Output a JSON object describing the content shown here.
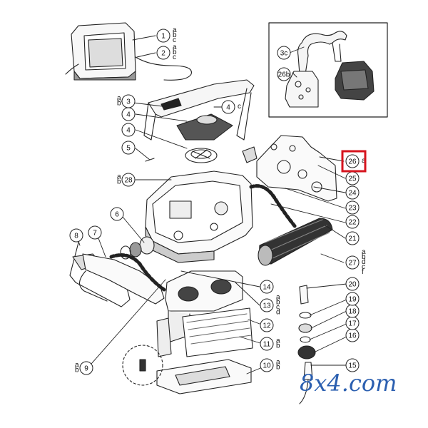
{
  "diagram": {
    "callouts": [
      {
        "id": "c1",
        "label": "1",
        "subs": "a b c"
      },
      {
        "id": "c2",
        "label": "2",
        "subs": "a b c"
      },
      {
        "id": "c3",
        "label": "3",
        "subs": "a b"
      },
      {
        "id": "c4a",
        "label": "4",
        "subs": "c"
      },
      {
        "id": "c4b",
        "label": "4",
        "subs": ""
      },
      {
        "id": "c4c",
        "label": "4",
        "subs": ""
      },
      {
        "id": "c5",
        "label": "5",
        "subs": ""
      },
      {
        "id": "c28",
        "label": "28",
        "subs": "a b"
      },
      {
        "id": "c6",
        "label": "6",
        "subs": ""
      },
      {
        "id": "c7",
        "label": "7",
        "subs": ""
      },
      {
        "id": "c8",
        "label": "8",
        "subs": ""
      },
      {
        "id": "c9",
        "label": "9",
        "subs": "a b"
      },
      {
        "id": "c10",
        "label": "10",
        "subs": "a b"
      },
      {
        "id": "c11",
        "label": "11",
        "subs": "a b"
      },
      {
        "id": "c12",
        "label": "12",
        "subs": ""
      },
      {
        "id": "c13",
        "label": "13",
        "subs": "a b c d"
      },
      {
        "id": "c14",
        "label": "14",
        "subs": ""
      },
      {
        "id": "c15",
        "label": "15",
        "subs": ""
      },
      {
        "id": "c16",
        "label": "16",
        "subs": ""
      },
      {
        "id": "c17",
        "label": "17",
        "subs": ""
      },
      {
        "id": "c18",
        "label": "18",
        "subs": ""
      },
      {
        "id": "c19",
        "label": "19",
        "subs": ""
      },
      {
        "id": "c20",
        "label": "20",
        "subs": ""
      },
      {
        "id": "c21",
        "label": "21",
        "subs": ""
      },
      {
        "id": "c22",
        "label": "22",
        "subs": ""
      },
      {
        "id": "c23",
        "label": "23",
        "subs": ""
      },
      {
        "id": "c24",
        "label": "24",
        "subs": ""
      },
      {
        "id": "c25",
        "label": "25",
        "subs": ""
      },
      {
        "id": "c26",
        "label": "26",
        "subs": "a"
      },
      {
        "id": "c27",
        "label": "27",
        "subs": "a b d c f"
      },
      {
        "id": "c3c",
        "label": "3c",
        "subs": ""
      },
      {
        "id": "c26b",
        "label": "26b",
        "subs": ""
      }
    ],
    "highlight_color": "#d6141e",
    "line_color": "#222222"
  },
  "watermark": {
    "text": "8x4.com",
    "color": "#2b5fb0"
  }
}
